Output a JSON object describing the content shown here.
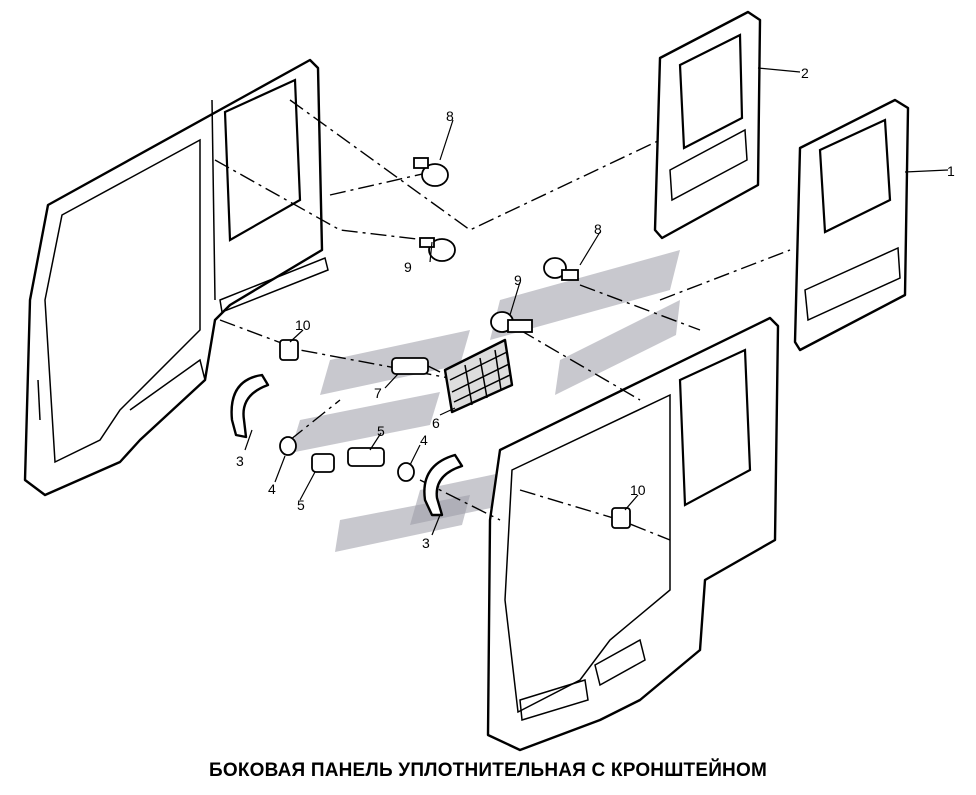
{
  "caption": "БОКОВАЯ ПАНЕЛЬ УПЛОТНИТЕЛЬНАЯ С КРОНШТЕЙНОМ",
  "callouts": {
    "c1": "1",
    "c2": "2",
    "c3a": "3",
    "c3b": "3",
    "c4a": "4",
    "c4b": "4",
    "c5a": "5",
    "c5b": "5",
    "c6": "6",
    "c7": "7",
    "c8a": "8",
    "c8b": "8",
    "c9a": "9",
    "c9b": "9",
    "c10a": "10",
    "c10b": "10"
  },
  "colors": {
    "line": "#000000",
    "watermark": "#9a9aa6",
    "background": "#ffffff"
  }
}
